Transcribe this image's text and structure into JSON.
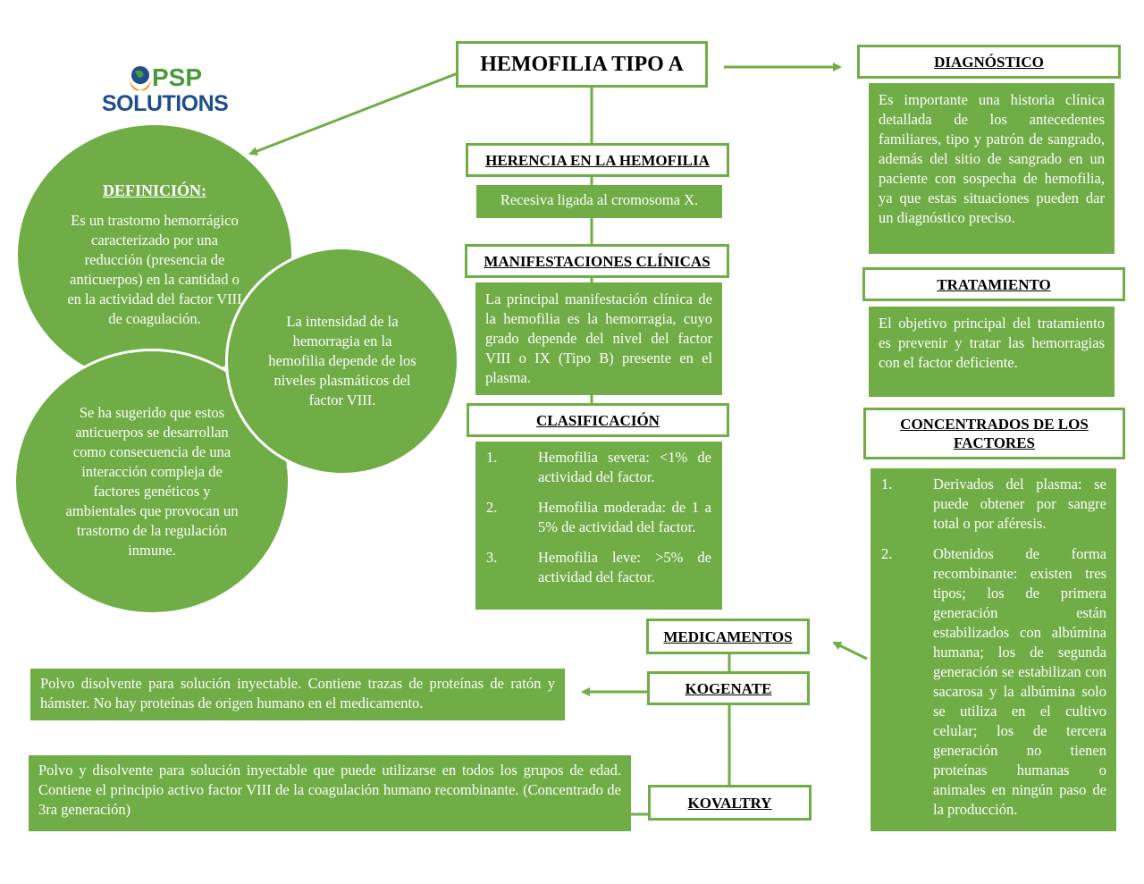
{
  "logo": {
    "top": "PSP",
    "bottom": "SOLUTIONS"
  },
  "title": "HEMOFILIA TIPO A",
  "definicion": {
    "heading": "DEFINICIÓN:",
    "text": "Es un trastorno hemorrágico caracterizado por una reducción (presencia de anticuerpos) en la cantidad o en la actividad del factor VIII de coagulación."
  },
  "circle_intensidad": "La intensidad de la hemorragia en la hemofilia depende de los niveles plasmáticos del factor VIII.",
  "circle_anticuerpos": "Se ha sugerido que estos anticuerpos se desarrollan como consecuencia de una interacción compleja de factores genéticos y ambientales que provocan un trastorno de la regulación inmune.",
  "herencia": {
    "heading": "HERENCIA EN LA HEMOFILIA",
    "text": "Recesiva ligada al cromosoma X."
  },
  "manifestaciones": {
    "heading": "MANIFESTACIONES CLÍNICAS",
    "text": "La principal manifestación clínica de la hemofilia es la hemorragia, cuyo grado depende del nivel del factor VIII o IX (Tipo B) presente en el plasma."
  },
  "clasificacion": {
    "heading": "CLASIFICACIÓN",
    "items": [
      {
        "num": "1.",
        "text": "Hemofilia severa: <1% de actividad del factor."
      },
      {
        "num": "2.",
        "text": "Hemofilia moderada: de 1 a 5% de actividad del factor."
      },
      {
        "num": "3.",
        "text": "Hemofilia leve: >5% de actividad del factor."
      }
    ]
  },
  "diagnostico": {
    "heading": "DIAGNÓSTICO",
    "text": "Es importante una historia clínica detallada de los antecedentes familiares, tipo y patrón de sangrado, además del sitio de sangrado en un paciente con sospecha de hemofilia, ya que estas situaciones pueden dar un diagnóstico preciso."
  },
  "tratamiento": {
    "heading": "TRATAMIENTO",
    "text": "El objetivo principal del tratamiento es prevenir y tratar las hemorragias con el factor deficiente."
  },
  "concentrados": {
    "heading": "CONCENTRADOS DE LOS FACTORES",
    "items": [
      {
        "num": "1.",
        "text": "Derivados del plasma: se puede obtener por sangre total o por aféresis."
      },
      {
        "num": "2.",
        "text": "Obtenidos de forma recombinante: existen tres tipos; los de primera generación están estabilizados con albúmina humana; los de segunda generación se estabilizan con sacarosa y la albúmina solo se utiliza en el cultivo celular; los de tercera generación no tienen proteínas humanas o animales en ningún paso de la producción."
      }
    ]
  },
  "medicamentos": {
    "heading": "MEDICAMENTOS"
  },
  "kogenate": {
    "heading": "KOGENATE",
    "text": "Polvo disolvente para solución inyectable. Contiene trazas de proteínas de ratón y hámster. No hay proteínas de origen humano en el medicamento."
  },
  "kovaltry": {
    "heading": "KOVALTRY",
    "text": "Polvo y disolvente para solución inyectable que puede utilizarse en todos los grupos de edad. Contiene el principio activo factor VIII de la coagulación humano recombinante. (Concentrado de 3ra generación)"
  },
  "colors": {
    "green": "#70ad47",
    "logo_orange": "#f0a030",
    "logo_blue": "#1f4e8c",
    "logo_green": "#4a9a3c"
  }
}
